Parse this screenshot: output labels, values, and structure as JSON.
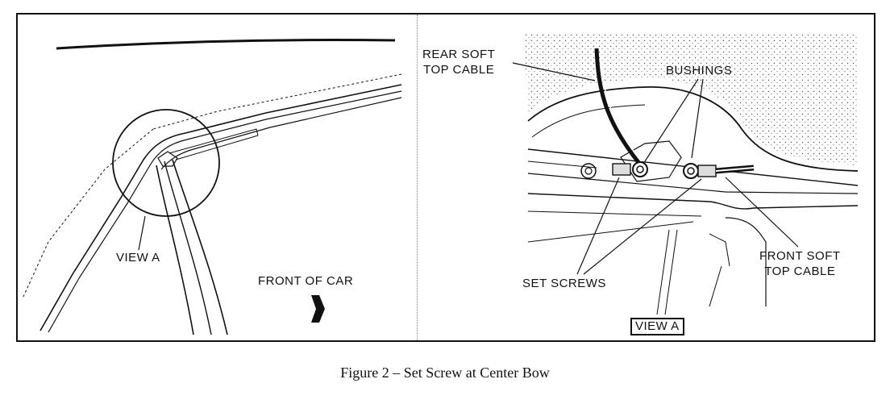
{
  "left_panel": {
    "view_label": "VIEW A",
    "front_label": "FRONT OF CAR",
    "arrow_icon": "right-arrow-icon"
  },
  "right_panel": {
    "rear_cable_label": "REAR SOFT\nTOP CABLE",
    "bushings_label": "BUSHINGS",
    "set_screws_label": "SET SCREWS",
    "front_cable_label": "FRONT SOFT\nTOP CABLE",
    "view_box_label": "VIEW A"
  },
  "caption": "Figure 2 – Set Screw at Center Bow"
}
